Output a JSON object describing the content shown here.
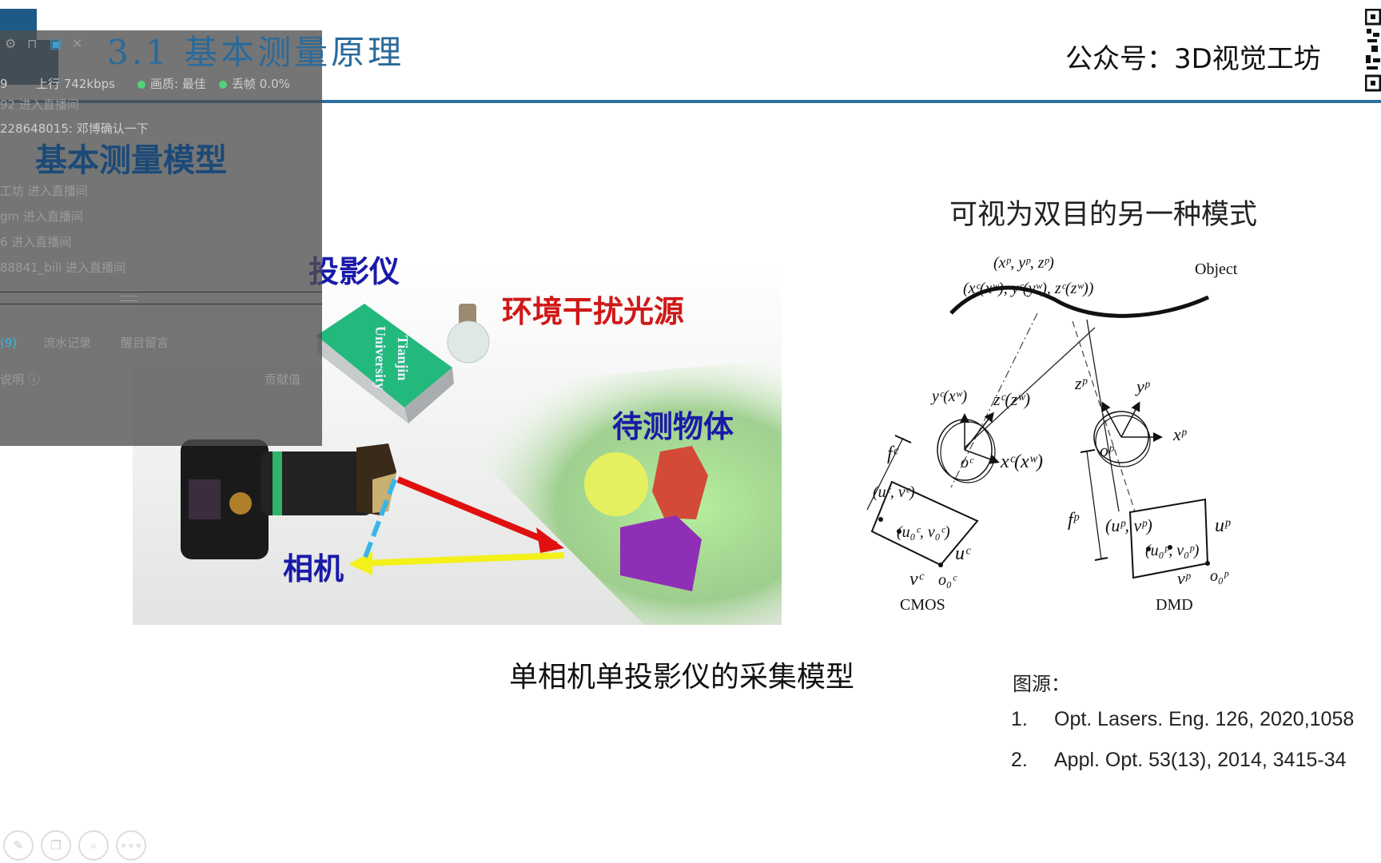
{
  "slide": {
    "title": "3.1 基本测量原理",
    "brand": "公众号：3D视觉工坊",
    "subtitle": "基本测量模型",
    "photo_labels": {
      "projector": "投影仪",
      "ambient_light": "环境干扰光源",
      "object": "待测物体",
      "camera": "相机",
      "projector_brand": "Tianjin University"
    },
    "caption": "单相机单投影仪的采集模型",
    "right_title": "可视为双目的另一种模式",
    "diagram": {
      "object_point_p": "(xᵖ, yᵖ, zᵖ)",
      "object_point_c": "(xᶜ(xʷ), yᶜ(yʷ), zᶜ(zʷ))",
      "object_label": "Object",
      "yc": "yᶜ(xʷ)",
      "zc": "zᶜ(zʷ)",
      "xc": "xᶜ(xʷ)",
      "oc": "oᶜ",
      "fc": "fᶜ",
      "uvc": "(uᶜ, vᶜ)",
      "uv0c": "(u₀ᶜ, v₀ᶜ)",
      "uc": "uᶜ",
      "vc": "vᶜ",
      "o0c": "o₀ᶜ",
      "zp": "zᵖ",
      "yp": "yᵖ",
      "xp": "xᵖ",
      "op": "oᵖ",
      "fp": "fᵖ",
      "uvp": "(uᵖ, vᵖ)",
      "uv0p": "(u₀ᵖ, v₀ᵖ)",
      "up": "uᵖ",
      "vp": "vᵖ",
      "o0p": "o₀ᵖ",
      "cmos": "CMOS",
      "dmd": "DMD"
    },
    "source_label": "图源：",
    "references": [
      {
        "num": "1.",
        "text": "Opt. Lasers. Eng. 126, 2020,1058"
      },
      {
        "num": "2.",
        "text": "Appl. Opt. 53(13), 2014, 3415-34"
      }
    ],
    "colors": {
      "title": "#2a6a9a",
      "header_line": "#2f6f9e",
      "label_blue": "#1a1aa8",
      "label_red": "#d01818"
    }
  },
  "stream_panel": {
    "stats": {
      "left": "9",
      "upload": "上行 742kbps",
      "quality": "画质: 最佳",
      "drop": "丢帧 0.0%"
    },
    "icons": [
      "gear-icon",
      "lock-icon",
      "pin-icon",
      "close-icon"
    ],
    "messages": [
      "92 进入直播间",
      "228648015: 邓博确认一下",
      "工坊 进入直播间",
      "gm 进入直播间",
      "6 进入直播间",
      "88841_bili 进入直播间"
    ],
    "tabs": [
      "(9)",
      "流水记录",
      "醒目留言"
    ],
    "footer_left": "说明",
    "footer_right": "贡献值"
  },
  "toolbar": {
    "icons": [
      "pen-icon",
      "slides-icon",
      "zoom-icon",
      "more-icon"
    ]
  }
}
